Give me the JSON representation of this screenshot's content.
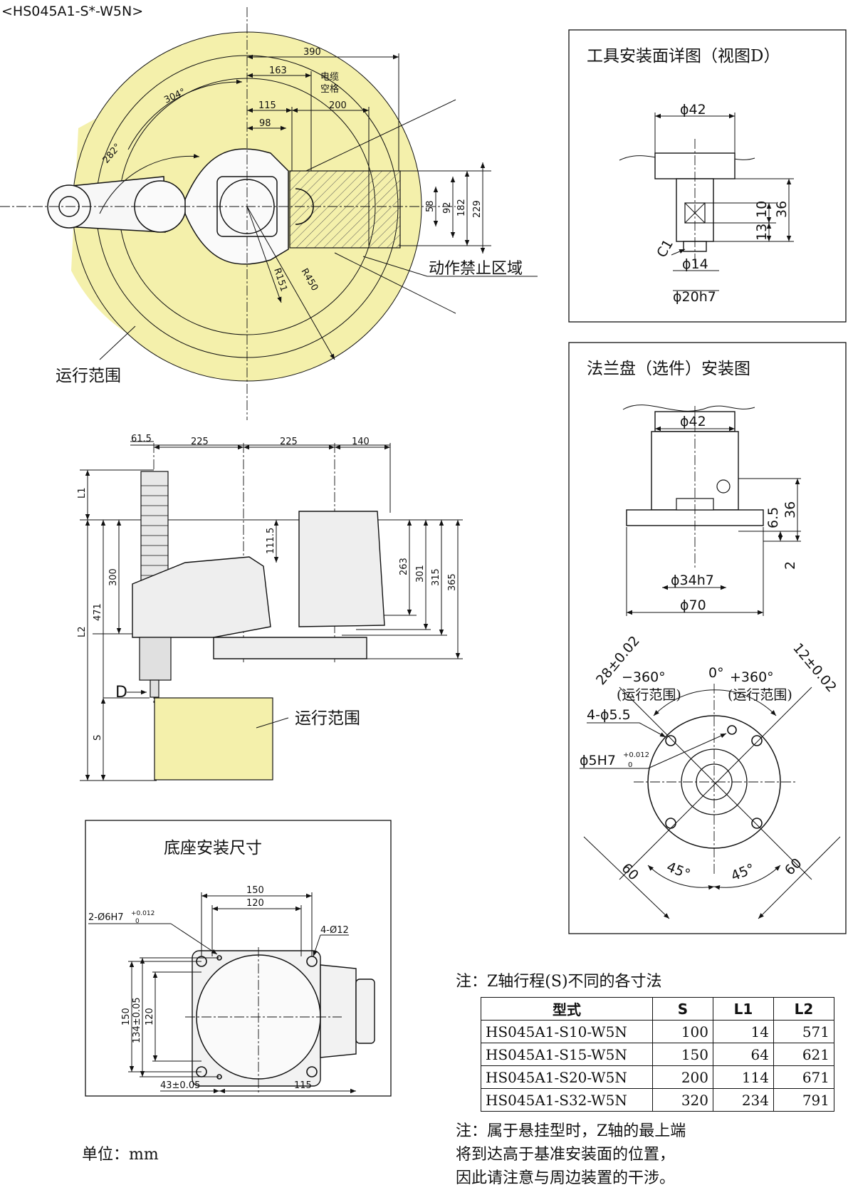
{
  "model_title": "<HS045A1-S*-W5N>",
  "top_view": {
    "dims": {
      "d390": "390",
      "d163": "163",
      "d115": "115",
      "d200": "200",
      "d98": "98",
      "d58": "58",
      "d92": "92",
      "d182": "182",
      "d229": "229"
    },
    "angles": {
      "a304": "304°",
      "a282": "282°"
    },
    "radii": {
      "r151": "R151",
      "r450": "R450"
    },
    "cable_space_1": "电缆",
    "cable_space_2": "空格",
    "no_motion_zone": "动作禁止区域",
    "motion_range": "运行范围"
  },
  "side_view": {
    "dims": {
      "d61_5": "61.5",
      "d225a": "225",
      "d225b": "225",
      "d140": "140",
      "L1": "L1",
      "L2": "L2",
      "d300": "300",
      "d471": "471",
      "d111_5": "111.5",
      "d263": "263",
      "d301": "301",
      "d315": "315",
      "d365": "365",
      "S": "S"
    },
    "view_d": "D",
    "motion_range": "运行范围"
  },
  "tool_detail": {
    "title": "工具安装面详图（视图D）",
    "phi42": "ϕ42",
    "d10": "10",
    "d36": "36",
    "d13": "13",
    "c1": "C1",
    "phi14": "ϕ14",
    "phi20": "ϕ20h7"
  },
  "flange": {
    "title": "法兰盘（选件）安装图",
    "phi42": "ϕ42",
    "d6_5": "6.5",
    "d36": "36",
    "d2": "2",
    "phi34": "ϕ34h7",
    "phi70": "ϕ70",
    "tol28": "28±0.02",
    "tol12": "12±0.02",
    "zero": "0°",
    "neg360": "−360°",
    "pos360": "+360°",
    "range_l": "(运行范围)",
    "range_r": "(运行范围)",
    "holes": "4-ϕ5.5",
    "pin": "ϕ5H7",
    "pin_tol_up": "+0.012",
    "pin_tol_dn": "0",
    "d60a": "60",
    "d60b": "60",
    "d45a": "45°",
    "d45b": "45°"
  },
  "base": {
    "title": "底座安装尺寸",
    "d150h": "150",
    "d120h": "120",
    "pin_holes": "2-Ø6H7",
    "pin_tol_up": "+0.012",
    "pin_tol_dn": "0",
    "holes": "4-Ø12",
    "d150v": "150",
    "d134": "134±0.05",
    "d120v": "120",
    "d43": "43±0.05",
    "d115": "115"
  },
  "unit_label": "单位：mm",
  "table": {
    "caption": "注：Z轴行程(S)不同的各寸法",
    "headers": [
      "型式",
      "S",
      "L1",
      "L2"
    ],
    "rows": [
      [
        "HS045A1-S10-W5N",
        "100",
        "14",
        "571"
      ],
      [
        "HS045A1-S15-W5N",
        "150",
        "64",
        "621"
      ],
      [
        "HS045A1-S20-W5N",
        "200",
        "114",
        "671"
      ],
      [
        "HS045A1-S32-W5N",
        "320",
        "234",
        "791"
      ]
    ]
  },
  "footnote": {
    "line1": "注：属于悬挂型时，Z轴的最上端",
    "line2": "将到达高于基准安装面的位置，",
    "line3": "因此请注意与周边装置的干涉。"
  }
}
